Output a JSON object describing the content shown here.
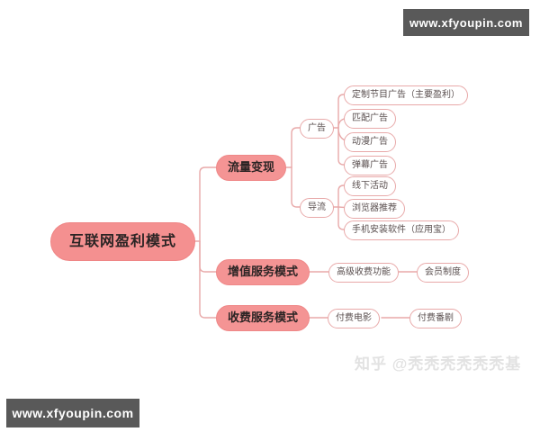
{
  "watermarks": {
    "top_right": "www.xfyoupin.com",
    "bottom_left": "www.xfyoupin.com",
    "attribution": "知乎 @秃秃秃秃秃秃基"
  },
  "colors": {
    "node_fill": "#F49090",
    "node_border": "#E8A9A9",
    "connector": "#E8A9A9",
    "watermark_bar": "#595959",
    "attribution_text": "#E2E2E2"
  },
  "mindmap": {
    "root": {
      "label": "互联网盈利模式"
    },
    "branches": [
      {
        "label": "流量变现",
        "children": [
          {
            "label": "广告",
            "children": [
              {
                "label": "定制节目广告（主要盈利）"
              },
              {
                "label": "匹配广告"
              },
              {
                "label": "动漫广告"
              },
              {
                "label": "弹幕广告"
              }
            ]
          },
          {
            "label": "导流",
            "children": [
              {
                "label": "线下活动"
              },
              {
                "label": "浏览器推荐"
              },
              {
                "label": "手机安装软件（应用宝）"
              }
            ]
          }
        ]
      },
      {
        "label": "增值服务模式",
        "children": [
          {
            "label": "高级收费功能",
            "children": [
              {
                "label": "会员制度"
              }
            ]
          }
        ]
      },
      {
        "label": "收费服务模式",
        "children": [
          {
            "label": "付费电影",
            "children": [
              {
                "label": "付费番剧"
              }
            ]
          }
        ]
      }
    ]
  }
}
